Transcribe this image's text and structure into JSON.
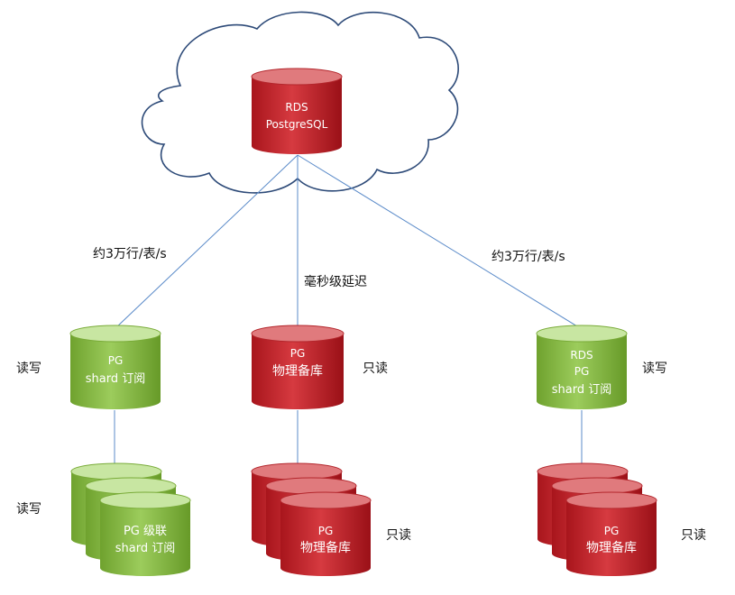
{
  "cloud": {
    "db": {
      "line1": "RDS",
      "line2": "PostgreSQL"
    }
  },
  "links": {
    "left": "约3万行/表/s",
    "middle": "毫秒级延迟",
    "right": "约3万行/表/s"
  },
  "nodes": {
    "left": {
      "line1": "PG",
      "line2": "shard 订阅",
      "side": "读写"
    },
    "middle": {
      "line1": "PG",
      "line2": "物理备库",
      "side": "只读"
    },
    "right": {
      "line1": "RDS",
      "line2": "PG",
      "line3": "shard 订阅",
      "side": "读写"
    }
  },
  "stacks": {
    "left": {
      "line1": "PG 级联",
      "line2": "shard 订阅",
      "side": "读写"
    },
    "middle": {
      "line1": "PG",
      "line2": "物理备库",
      "side": "只读"
    },
    "right": {
      "line1": "PG",
      "line2": "物理备库",
      "side": "只读"
    }
  },
  "colors": {
    "red": "#c0232b",
    "red_top": "#e07a7d",
    "green": "#8cc04a",
    "green_top": "#c8e6a2",
    "line": "#5b8bc9",
    "cloud_stroke": "#2d4a78"
  }
}
